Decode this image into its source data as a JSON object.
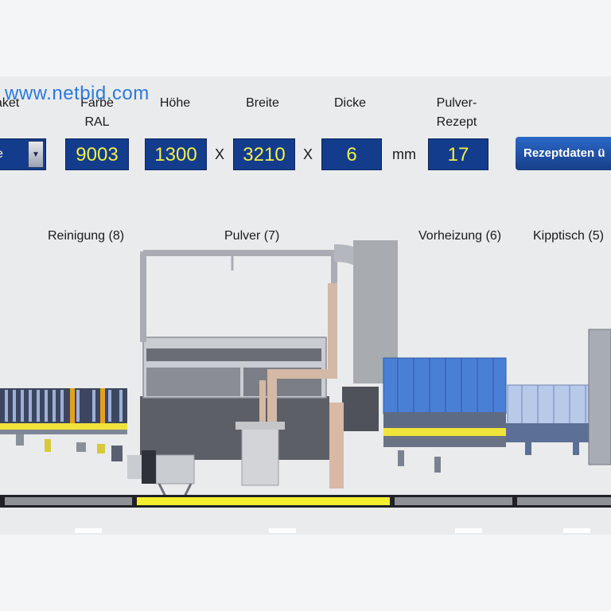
{
  "watermark": "www.netbid.com",
  "fields": {
    "paket_label": "aket",
    "paket_value": "e",
    "farbe_label_1": "Farbe",
    "farbe_label_2": "RAL",
    "farbe_value": "9003",
    "hoehe_label": "Höhe",
    "hoehe_value": "1300",
    "breite_label": "Breite",
    "breite_value": "3210",
    "dicke_label": "Dicke",
    "dicke_value": "6",
    "times_1": "X",
    "times_2": "X",
    "unit": "mm",
    "pulver_label_1": "Pulver-",
    "pulver_label_2": "Rezept",
    "pulver_value": "17",
    "rezept_button": "Rezeptdaten ü"
  },
  "sections": {
    "reinigung": "Reinigung (8)",
    "pulver": "Pulver (7)",
    "vorheizung": "Vorheizung (6)",
    "kipptisch": "Kipptisch (5)"
  },
  "colors": {
    "field_bg": "#133c8c",
    "field_text": "#f2f04a",
    "conveyor_active": "#f4ef2c",
    "watermark": "#2a7adf"
  },
  "icons": {
    "dropdown": "chevron-down-icon"
  }
}
